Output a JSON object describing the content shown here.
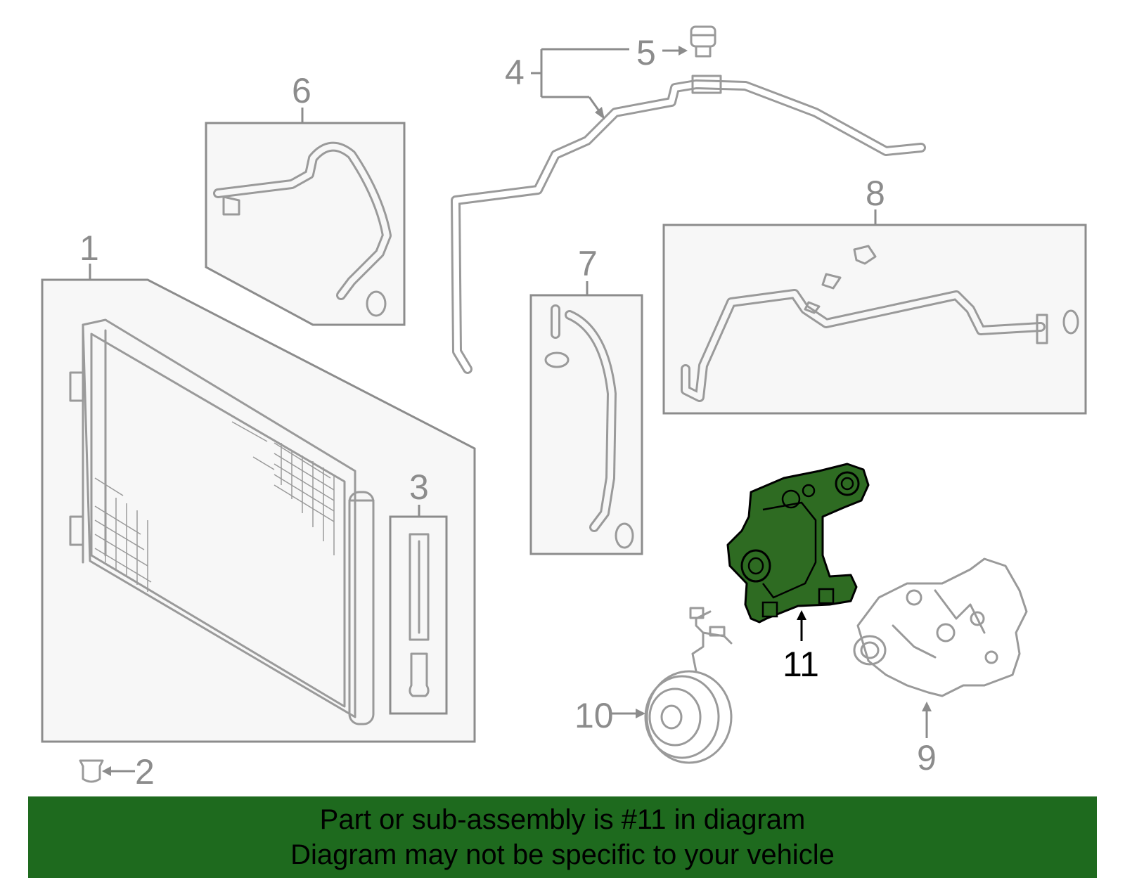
{
  "callouts": {
    "c1": "1",
    "c2": "2",
    "c3": "3",
    "c4": "4",
    "c5": "5",
    "c6": "6",
    "c7": "7",
    "c8": "8",
    "c9": "9",
    "c10": "10",
    "c11": "11"
  },
  "highlighted_part": "11",
  "colors": {
    "highlight": "#2e6b22",
    "banner": "#1e6a1e",
    "line_art": "#9a9a9a"
  },
  "banner": {
    "line1": "Part or sub-assembly is #11 in diagram",
    "line2": "Diagram may not be specific to your vehicle"
  }
}
